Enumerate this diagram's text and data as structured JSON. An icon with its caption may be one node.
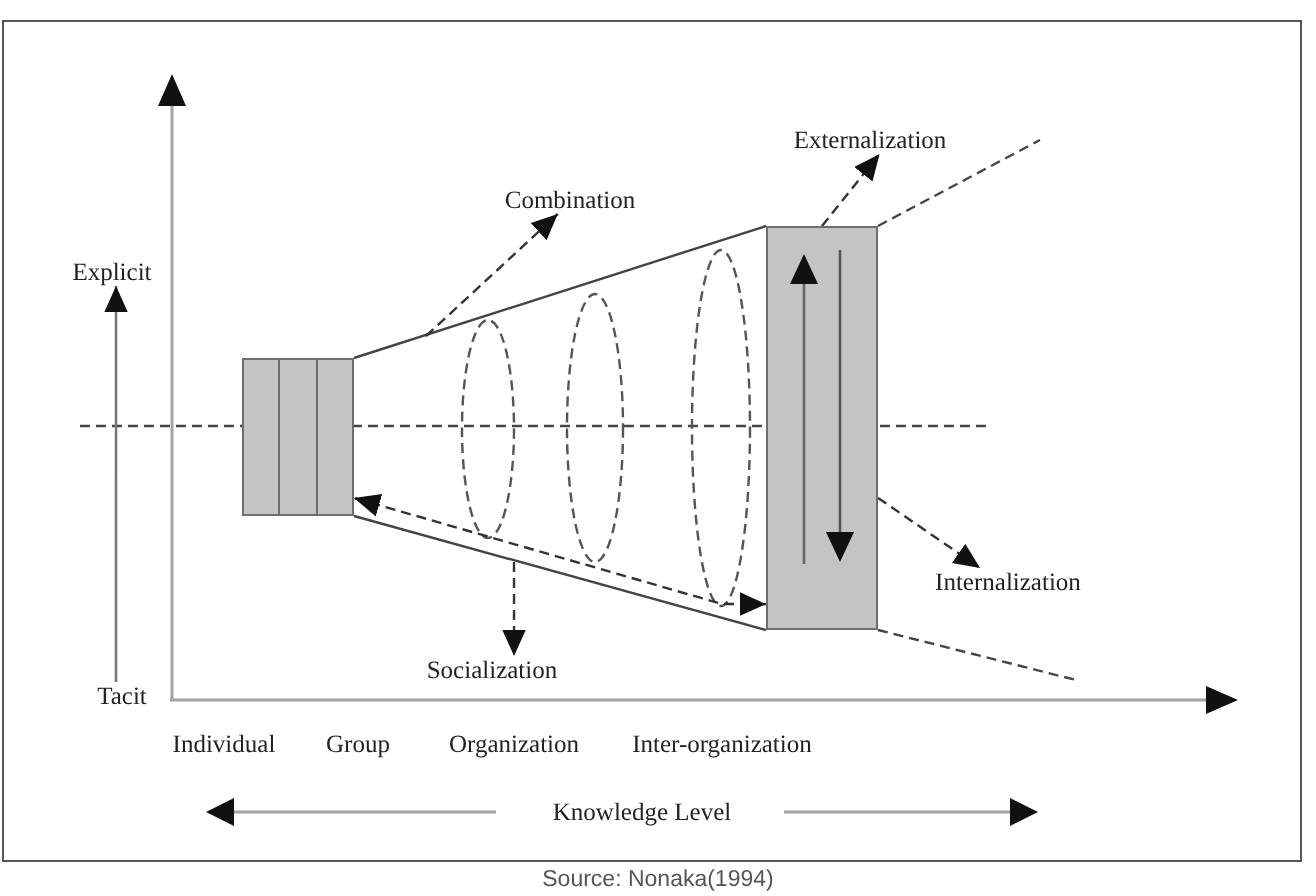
{
  "diagram": {
    "caption": "Source: Nonaka(1994)",
    "nodes": [
      {
        "text": [
          "Externalization"
        ]
      },
      {
        "text": [
          "Combination"
        ]
      },
      {
        "text": [
          "Explicit"
        ]
      },
      {
        "text": [],
        "shape": "box"
      },
      {
        "text": [],
        "shape": "box"
      },
      {
        "text": [
          "Internalization"
        ]
      },
      {
        "text": [
          "Socialization"
        ]
      },
      {
        "text": [
          "Tacit"
        ]
      }
    ],
    "edges": [
      {
        "from": 4,
        "to": 0,
        "arrow": "to",
        "style": "dashed"
      },
      {
        "from": null,
        "to": 1,
        "arrow": "to",
        "style": "dashed"
      },
      {
        "from": 4,
        "to": 5,
        "arrow": "to",
        "style": "dashed"
      },
      {
        "from": null,
        "to": 6,
        "arrow": "to",
        "style": "dashed"
      },
      {
        "from": 4,
        "to": 3,
        "arrow": "both",
        "style": "dashed"
      },
      {
        "from": 7,
        "to": 2,
        "arrow": "to"
      }
    ],
    "labels": [
      "Individual",
      "Group",
      "Organization",
      "Inter-organization",
      "Knowledge Level"
    ]
  }
}
